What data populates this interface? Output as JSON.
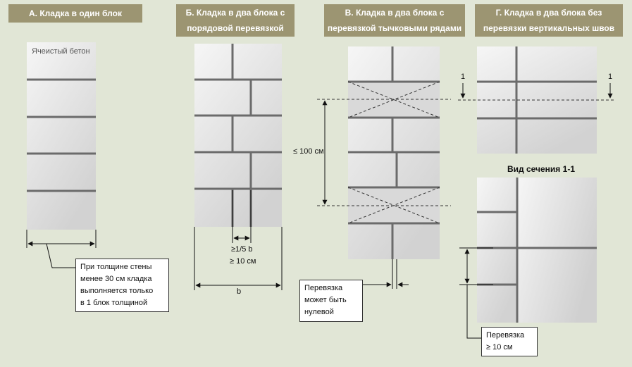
{
  "headers": {
    "a": "А. Кладка в один блок",
    "b_line1": "Б. Кладка в два блока  с",
    "b_line2": "порядовой перевязкой",
    "c_line1": "В. Кладка в два блока  с",
    "c_line2": "перевязкой тычковыми рядами",
    "d_line1": "Г. Кладка в два блока  без",
    "d_line2": "перевязки вертикальных  швов"
  },
  "labels": {
    "material": "Ячеистый бетон",
    "dim_fifth": "≥1/5 b",
    "dim_10cm": "≥ 10 см",
    "dim_b": "b",
    "dim_100cm": "≤ 100 см",
    "section_mark_left": "1",
    "section_mark_right": "1",
    "section_title": "Вид сечения 1-1"
  },
  "notes": {
    "a": [
      "При толщине стены",
      "менее 30 см кладка",
      "выполняется только",
      "в 1 блок толщиной"
    ],
    "c": [
      "Перевязка",
      "может быть",
      "нулевой"
    ],
    "d": [
      "Перевязка",
      "≥ 10 см"
    ]
  },
  "colors": {
    "background": "#e1e6d6",
    "header": "#9c9572",
    "block_light": "#f4f4f4",
    "block_dark": "#d2d2d2",
    "joint": "#6b6b6b"
  }
}
